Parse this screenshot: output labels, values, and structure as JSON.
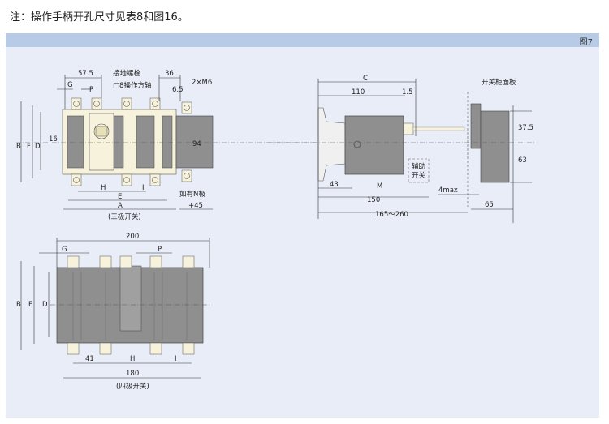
{
  "note": "注：操作手柄开孔尺寸见表8和图16。",
  "figure": {
    "label": "图7",
    "colors": {
      "header": "#b7cbe7",
      "background": "#e8edf8",
      "body_gray": "#8f8f8f",
      "cream": "#f6f2dc"
    },
    "three_pole_front": {
      "dims": {
        "d575": "57.5",
        "G": "G",
        "P": "P",
        "d36": "36",
        "d65": "6.5",
        "M6": "2×M6",
        "B": "B",
        "F": "F",
        "D": "D",
        "d16": "16",
        "d94": "94",
        "H": "H",
        "I": "I",
        "E": "E",
        "A": "A",
        "plus45": "+45"
      },
      "callouts": {
        "ground_bolt": "接地螺栓",
        "shaft": "□8操作方轴",
        "n_pole": "如有N极"
      },
      "caption": "(三极开关)"
    },
    "side_view": {
      "dims": {
        "C": "C",
        "d110": "110",
        "d15": "1.5",
        "d43": "43",
        "M": "M",
        "d150": "150",
        "range": "165～260",
        "max4": "4max",
        "d65": "65",
        "d375": "37.5",
        "d63": "63"
      },
      "callouts": {
        "panel": "开关柜面板",
        "aux_l1": "辅助",
        "aux_l2": "开关"
      }
    },
    "four_pole_front": {
      "dims": {
        "d200": "200",
        "G": "G",
        "P": "P",
        "B": "B",
        "F": "F",
        "D": "D",
        "d41": "41",
        "H": "H",
        "I": "I",
        "d180": "180"
      },
      "caption": "(四极开关)"
    }
  }
}
